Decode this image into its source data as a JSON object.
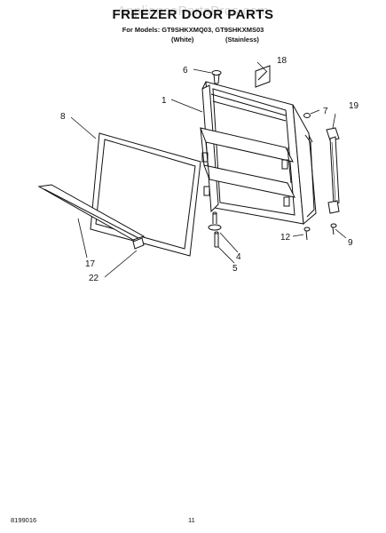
{
  "header": {
    "watermark": "AppliancePartsPros.com",
    "title": "FREEZER DOOR PARTS",
    "models_line": "For Models: GT9SHKXMQ03, GT9SHKXMS03",
    "variant_1": "(White)",
    "variant_2": "(Stainless)"
  },
  "callouts": {
    "p1": "1",
    "p4": "4",
    "p5": "5",
    "p6": "6",
    "p7": "7",
    "p8": "8",
    "p9": "9",
    "p12": "12",
    "p17": "17",
    "p18": "18",
    "p19": "19",
    "p22": "22"
  },
  "footer": {
    "doc_number": "8199016",
    "page_number": "11"
  }
}
